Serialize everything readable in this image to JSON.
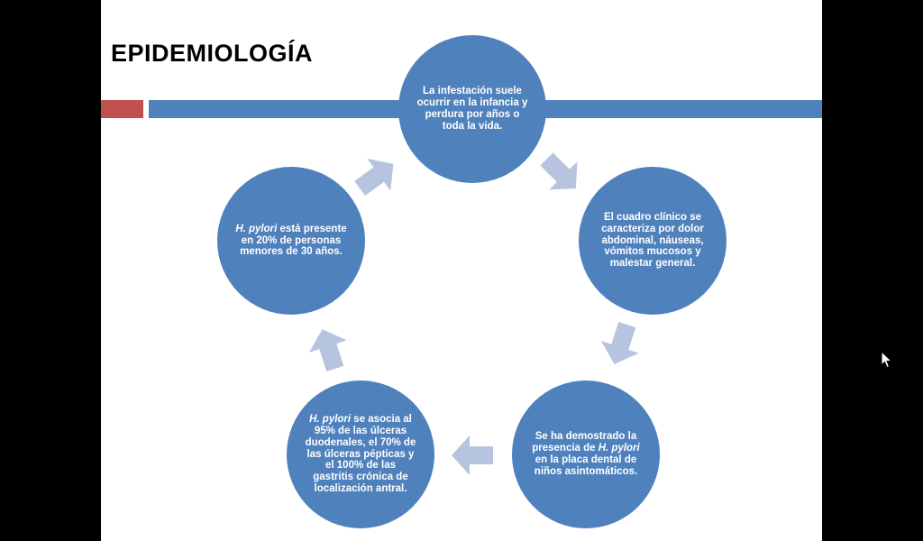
{
  "slide": {
    "title": "EPIDEMIOLOGÍA",
    "accent_red": "#c0504d",
    "accent_blue": "#4f81bd",
    "arrow_color": "#b6c4e0"
  },
  "cycle": {
    "nodes": [
      {
        "text": "La infestación suele ocurrir en la infancia y perdura por años o toda la vida."
      },
      {
        "text": "El cuadro clínico se caracteriza por dolor abdominal, náuseas, vómitos mucosos y malestar general."
      },
      {
        "text": "Se ha demostrado la presencia de H. pylori en la placa dental de niños asintomáticos."
      },
      {
        "text": "H. pylori se asocia al 95% de las úlceras duodenales, el 70% de las úlceras pépticas y el 100% de las gastritis crónica de localización antral."
      },
      {
        "text": "H. pylori está presente en 20% de personas menores de 30 años."
      }
    ]
  },
  "icons": [
    "arrow-pointer-icon"
  ]
}
